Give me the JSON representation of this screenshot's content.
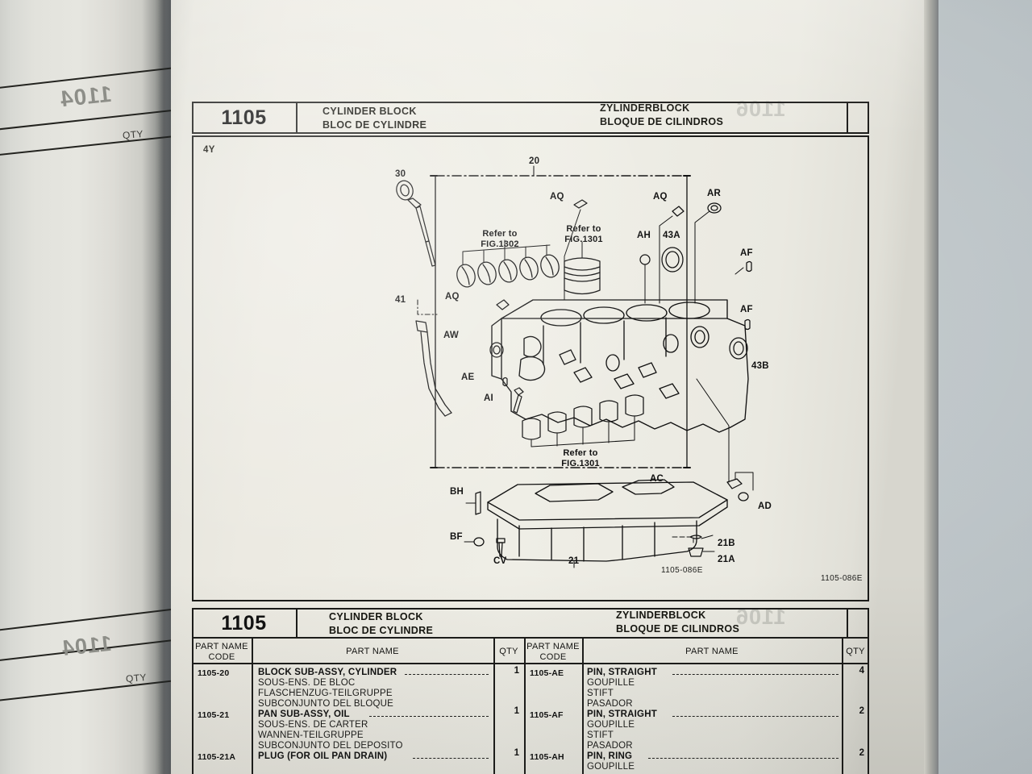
{
  "document": {
    "type": "parts-catalog-page",
    "figure_code": "1105-086E",
    "engine_code": "4Y"
  },
  "header_top": {
    "number": "1105",
    "title_en": "CYLINDER BLOCK",
    "title_fr": "BLOC DE CYLINDRE",
    "title_de": "ZYLINDERBLOCK",
    "title_es": "BLOQUE DE CILINDROS"
  },
  "header_bottom": {
    "number": "1105",
    "title_en": "CYLINDER BLOCK",
    "title_fr": "BLOC DE CYLINDRE",
    "title_de": "ZYLINDERBLOCK",
    "title_es": "BLOQUE DE CILINDROS"
  },
  "diagram": {
    "figure_code_inner": "1105-086E",
    "figure_code_outer": "1105-086E",
    "callouts": [
      {
        "id": "c30",
        "label": "30"
      },
      {
        "id": "c41",
        "label": "41"
      },
      {
        "id": "c20",
        "label": "20"
      },
      {
        "id": "cAQ1",
        "label": "AQ"
      },
      {
        "id": "cAQ2",
        "label": "AQ"
      },
      {
        "id": "cAR",
        "label": "AR"
      },
      {
        "id": "cAH",
        "label": "AH"
      },
      {
        "id": "c43A",
        "label": "43A"
      },
      {
        "id": "cAF1",
        "label": "AF"
      },
      {
        "id": "cAF2",
        "label": "AF"
      },
      {
        "id": "c43B",
        "label": "43B"
      },
      {
        "id": "cAQ3",
        "label": "AQ"
      },
      {
        "id": "cAW",
        "label": "AW"
      },
      {
        "id": "cAE",
        "label": "AE"
      },
      {
        "id": "cAI",
        "label": "AI"
      },
      {
        "id": "cBH",
        "label": "BH"
      },
      {
        "id": "cBF",
        "label": "BF"
      },
      {
        "id": "cCV",
        "label": "CV"
      },
      {
        "id": "c21",
        "label": "21"
      },
      {
        "id": "cAC",
        "label": "AC"
      },
      {
        "id": "cAD",
        "label": "AD"
      },
      {
        "id": "c21A",
        "label": "21A"
      },
      {
        "id": "c21B",
        "label": "21B"
      }
    ],
    "references": [
      {
        "id": "ref1302",
        "line1": "Refer to",
        "line2": "FIG.1302"
      },
      {
        "id": "ref1301a",
        "line1": "Refer to",
        "line2": "FIG.1301"
      },
      {
        "id": "ref1301b",
        "line1": "Refer to",
        "line2": "FIG.1301"
      }
    ]
  },
  "table": {
    "columns_left": {
      "code": "PART NAME\nCODE",
      "code_line1": "PART NAME",
      "code_line2": "CODE",
      "name": "PART NAME",
      "qty": "QTY"
    },
    "columns_right": {
      "code_line1": "PART NAME",
      "code_line2": "CODE",
      "name": "PART NAME",
      "qty": "QTY"
    },
    "left_rows": [
      {
        "code": "1105-20",
        "qty": "1",
        "names": [
          "BLOCK SUB-ASSY, CYLINDER",
          "SOUS-ENS. DE BLOC",
          "FLASCHENZUG-TEILGRUPPE",
          "SUBCONJUNTO DEL BLOQUE"
        ]
      },
      {
        "code": "1105-21",
        "qty": "1",
        "names": [
          "PAN SUB-ASSY, OIL",
          "SOUS-ENS. DE CARTER",
          "WANNEN-TEILGRUPPE",
          "SUBCONJUNTO DEL DEPOSITO"
        ]
      },
      {
        "code": "1105-21A",
        "qty": "1",
        "names": [
          "PLUG (FOR OIL PAN DRAIN)"
        ]
      }
    ],
    "right_rows": [
      {
        "code": "1105-AE",
        "qty": "4",
        "names": [
          "PIN, STRAIGHT",
          "GOUPILLE",
          "STIFT",
          "PASADOR"
        ]
      },
      {
        "code": "1105-AF",
        "qty": "2",
        "names": [
          "PIN, STRAIGHT",
          "GOUPILLE",
          "STIFT",
          "PASADOR"
        ]
      },
      {
        "code": "1105-AH",
        "qty": "2",
        "names": [
          "PIN, RING",
          "GOUPILLE"
        ]
      }
    ]
  },
  "adjacent_page": {
    "ghost_number_top": "1104",
    "ghost_number_bottom": "1104",
    "qty_top": "QTY",
    "qty_bottom": "QTY"
  },
  "colors": {
    "paper": "#eceae2",
    "ink": "#111111",
    "backdrop": "#c6cbcb",
    "gutter_shadow": "#1c2022"
  }
}
